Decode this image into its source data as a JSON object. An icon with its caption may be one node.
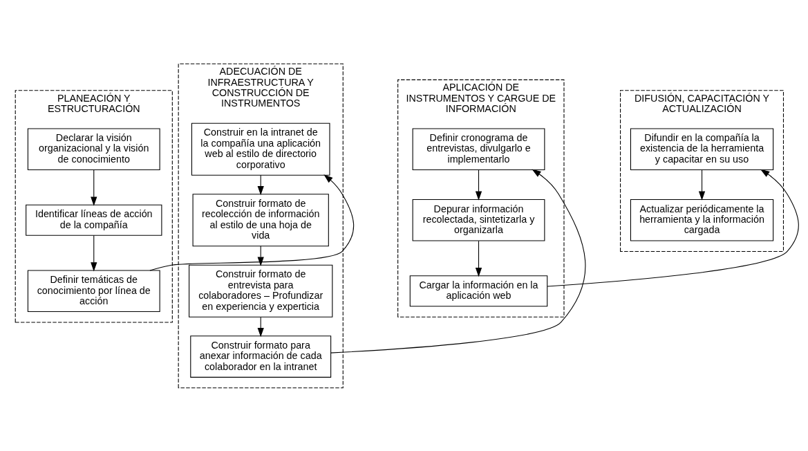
{
  "diagram": {
    "nodes": [
      {
        "text": [
          "PLANEACIÓN Y ESTRUCTURACIÓN"
        ]
      },
      {
        "text": [
          "Declarar la visión organizacional y la visión de conocimiento"
        ],
        "in": 0
      },
      {
        "text": [
          "Identificar líneas de acción de la compañía"
        ],
        "in": 0
      },
      {
        "text": [
          "Definir temáticas de conocimiento por línea de acción"
        ],
        "in": 0
      },
      {
        "text": [
          "ADECUACIÓN DE INFRAESTRUCTURA Y CONSTRUCCIÓN DE INSTRUMENTOS"
        ]
      },
      {
        "text": [
          "Construir en la intranet de la compañía una aplicación web al estilo de directorio corporativo"
        ],
        "in": 4
      },
      {
        "text": [
          "Construir formato de recolección de información al estilo de una hoja de vida"
        ],
        "in": 4
      },
      {
        "text": [
          "Construir formato de entrevista para colaboradores – Profundizar en experiencia y experticia"
        ],
        "in": 4
      },
      {
        "text": [
          "Construir formato para anexar información de cada colaborador en la intranet"
        ],
        "in": 4
      },
      {
        "text": [
          "APLICACIÓN DE INSTRUMENTOS Y CARGUE DE INFORMACIÓN"
        ]
      },
      {
        "text": [
          "Definir cronograma de entrevistas, divulgarlo e implementarlo"
        ],
        "in": 9
      },
      {
        "text": [
          "Depurar información recolectada, sintetizarla y organizarla"
        ],
        "in": 9
      },
      {
        "text": [
          "Cargar la información en la aplicación web"
        ],
        "in": 9
      },
      {
        "text": [
          "DIFUSIÓN, CAPACITACIÓN Y ACTUALIZACIÓN"
        ]
      },
      {
        "text": [
          "Difundir en la compañía la existencia de la herramienta y capacitar en su uso"
        ],
        "in": 13
      },
      {
        "text": [
          "Actualizar periódicamente la herramienta y la información cargada"
        ],
        "in": 13
      }
    ],
    "edges": [
      {
        "from": 1,
        "to": 2,
        "arrow": "to"
      },
      {
        "from": 2,
        "to": 3,
        "arrow": "to"
      },
      {
        "from": 3,
        "to": 5,
        "arrow": "to"
      },
      {
        "from": 5,
        "to": 6,
        "arrow": "to"
      },
      {
        "from": 6,
        "to": 7,
        "arrow": "to"
      },
      {
        "from": 7,
        "to": 8,
        "arrow": "to"
      },
      {
        "from": 8,
        "to": 10,
        "arrow": "to"
      },
      {
        "from": 10,
        "to": 11,
        "arrow": "to"
      },
      {
        "from": 11,
        "to": 12,
        "arrow": "to"
      },
      {
        "from": 12,
        "to": 14,
        "arrow": "to"
      },
      {
        "from": 14,
        "to": 15,
        "arrow": "to"
      }
    ]
  }
}
